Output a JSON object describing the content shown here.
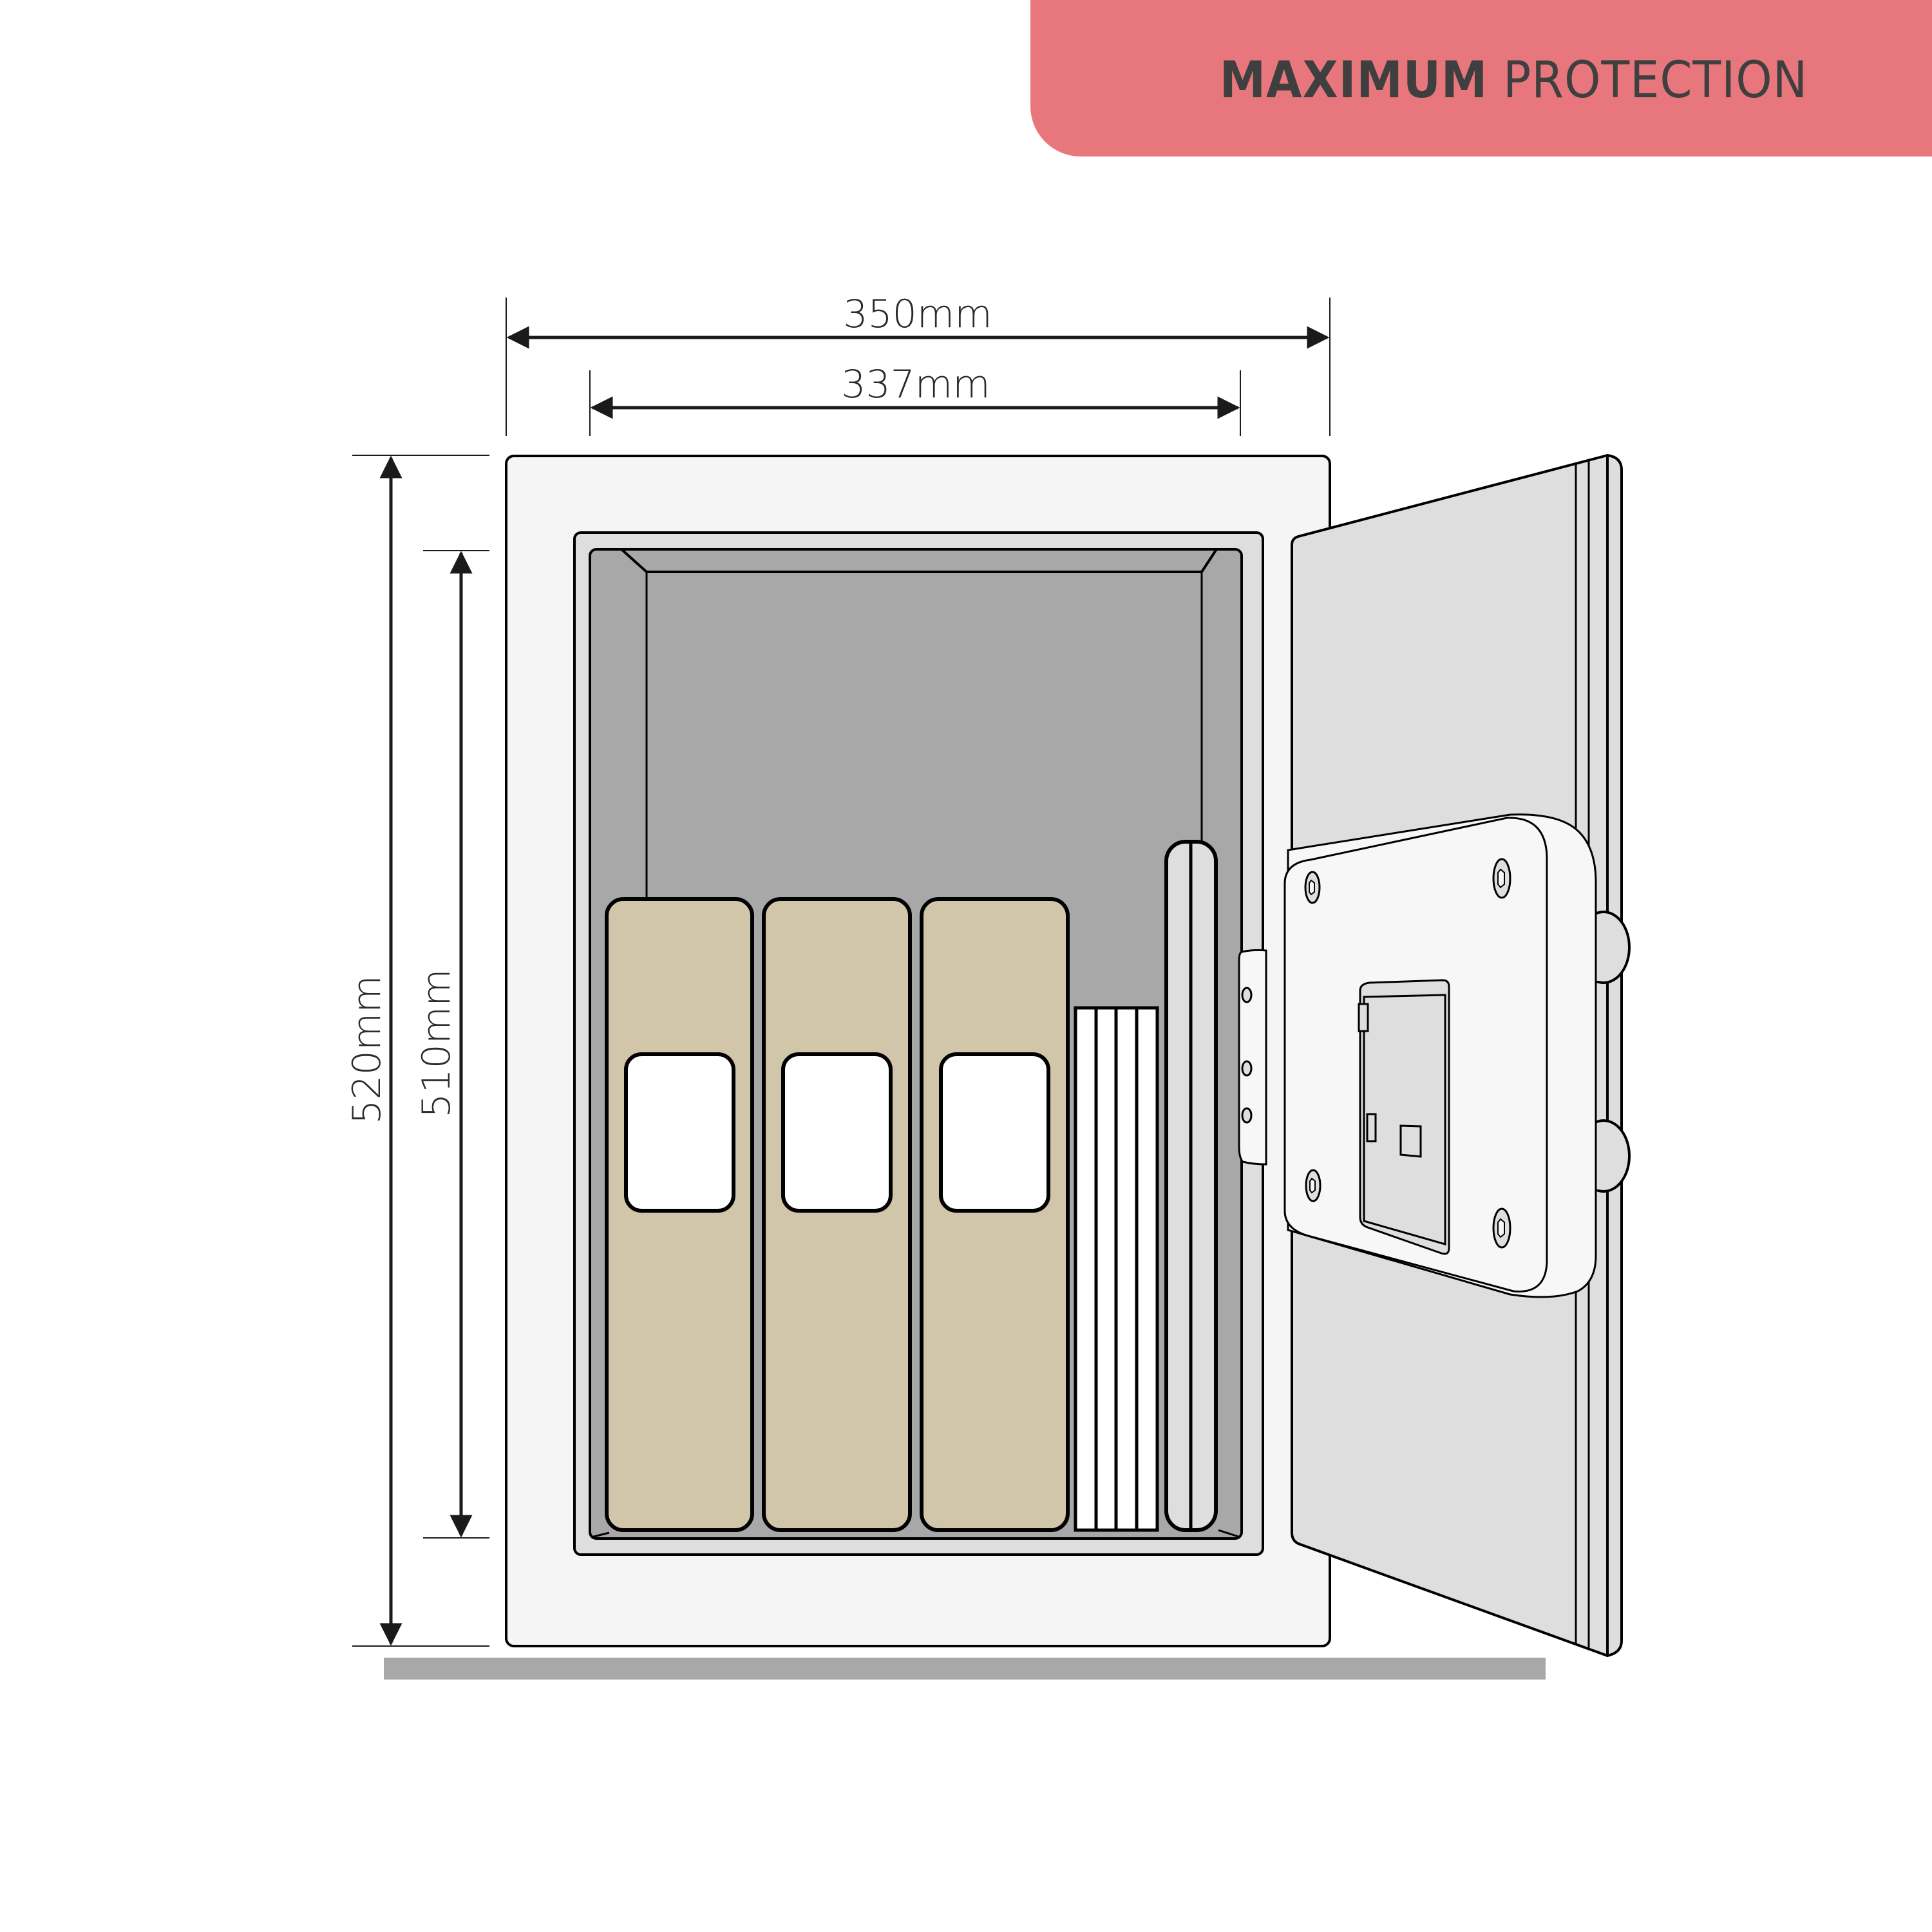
{
  "banner": {
    "strong": "MAXIMUM",
    "light": "PROTECTION",
    "background": "#E8777D",
    "text_color": "#3F3F3F"
  },
  "dimensions": {
    "external_width": "350mm",
    "internal_width": "337mm",
    "external_height": "520mm",
    "internal_height": "510mm"
  },
  "illustration": {
    "subject": "open-door-safe",
    "binders": [
      {
        "label": ""
      },
      {
        "label": ""
      },
      {
        "label": ""
      }
    ],
    "paper_stack_sheets": 4,
    "lock_bolts": 2,
    "colors": {
      "body": "#F5F5F5",
      "frame": "#DEDEDE",
      "cavity": "#A8A8A8",
      "binder": "#D1C6AA",
      "door": "#DEDEDE",
      "lock_panel": "#F7F7F7",
      "ground": "#A8A8A8",
      "outline": "#000000"
    }
  }
}
